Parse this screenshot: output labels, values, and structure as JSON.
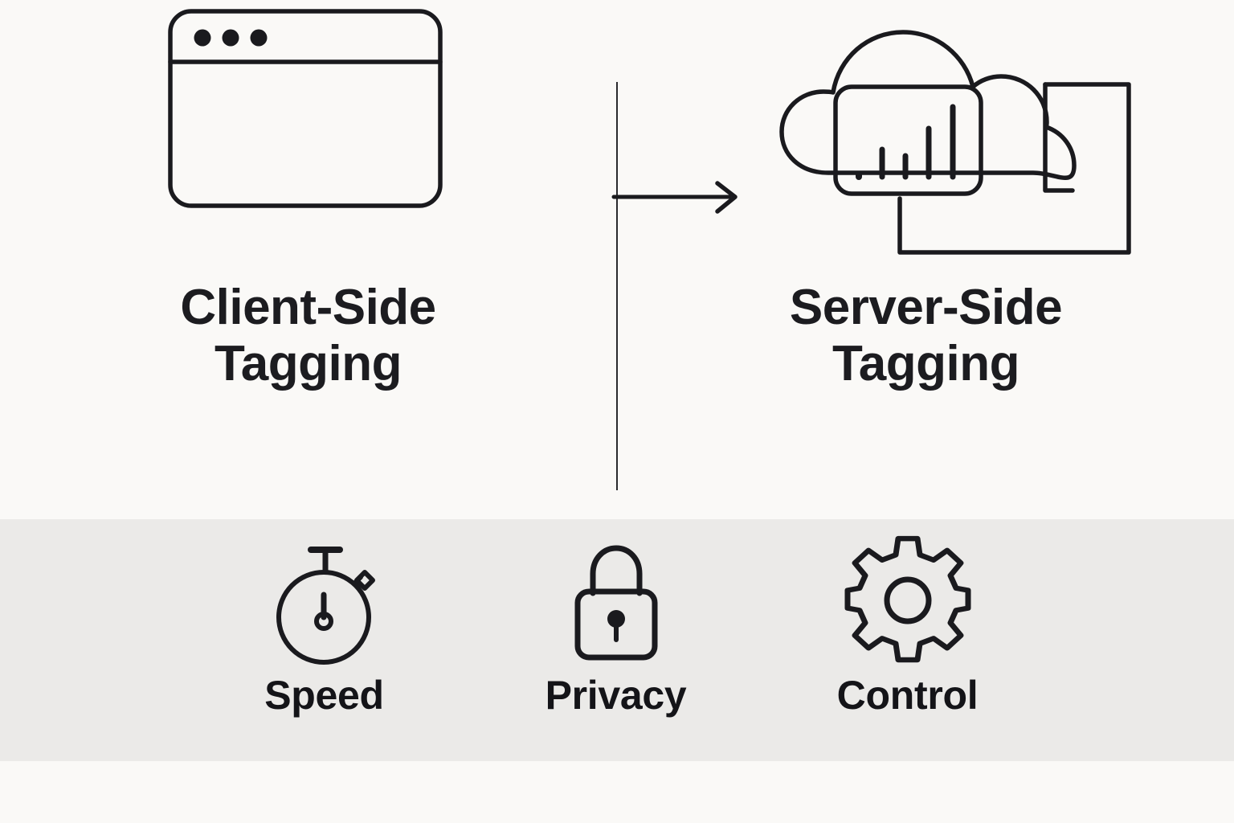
{
  "theme": {
    "page_background": "#faf9f7",
    "band_background": "#ebeae8",
    "ink": "#1a1a1e",
    "title_color": "#1c1c20",
    "label_color": "#141418"
  },
  "comparison": {
    "left": {
      "title": "Client-Side Tagging",
      "icon": "browser-window-icon",
      "window_dots": 3
    },
    "right": {
      "title": "Server-Side Tagging",
      "icon": "cloud-server-analytics-icon",
      "chart_bars": 5
    },
    "flow_arrow": "arrow-right-icon",
    "divider": "vertical-divider"
  },
  "benefits": {
    "items": [
      {
        "label": "Speed",
        "icon": "stopwatch-icon"
      },
      {
        "label": "Privacy",
        "icon": "lock-icon"
      },
      {
        "label": "Control",
        "icon": "gear-icon"
      }
    ]
  }
}
